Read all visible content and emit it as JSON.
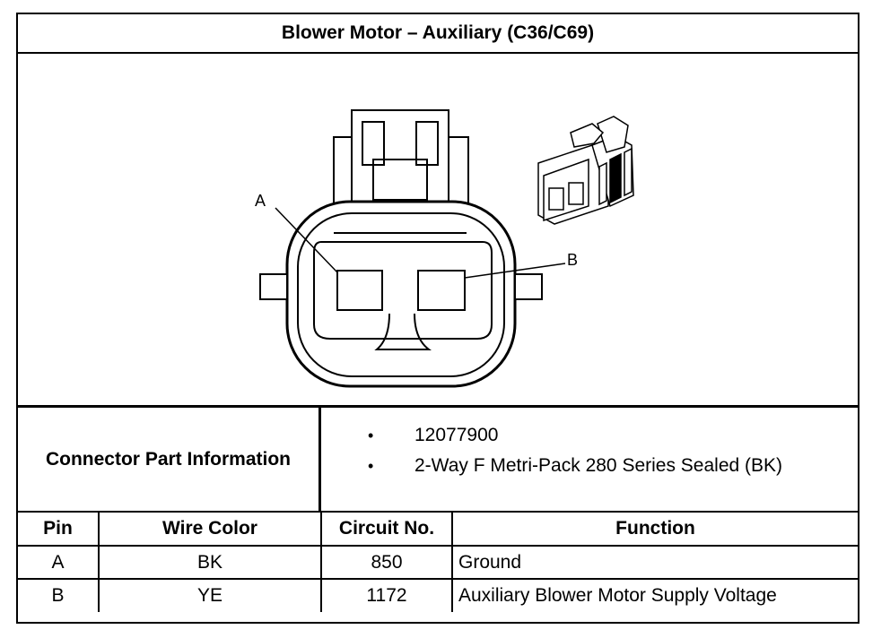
{
  "title": "Blower Motor – Auxiliary (C36/C69)",
  "diagram": {
    "pin_labels": [
      "A",
      "B"
    ],
    "connector_front_icon": "connector-front-view",
    "connector_iso_icon": "connector-isometric-view"
  },
  "connector_info": {
    "label": "Connector Part Information",
    "items": [
      "12077900",
      "2-Way F Metri-Pack 280 Series Sealed (BK)"
    ],
    "bullet": "•"
  },
  "pin_table": {
    "headers": [
      "Pin",
      "Wire Color",
      "Circuit No.",
      "Function"
    ],
    "rows": [
      [
        "A",
        "BK",
        "850",
        "Ground"
      ],
      [
        "B",
        "YE",
        "1172",
        "Auxiliary Blower Motor Supply Voltage"
      ]
    ]
  }
}
